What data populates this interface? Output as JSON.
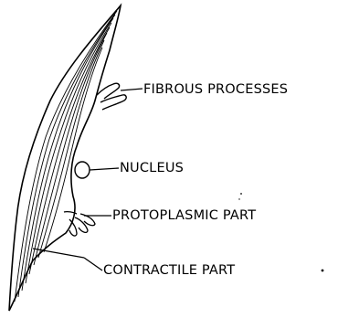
{
  "labels": {
    "fibrous_processes": "FIBROUS PROCESSES",
    "nucleus": "NUCLEUS",
    "protoplasmic_part": "PROTOPLASMIC PART",
    "contractile_part": "CONTRACTILE PART"
  },
  "colors": {
    "ink": "#000000",
    "background": "#ffffff"
  }
}
